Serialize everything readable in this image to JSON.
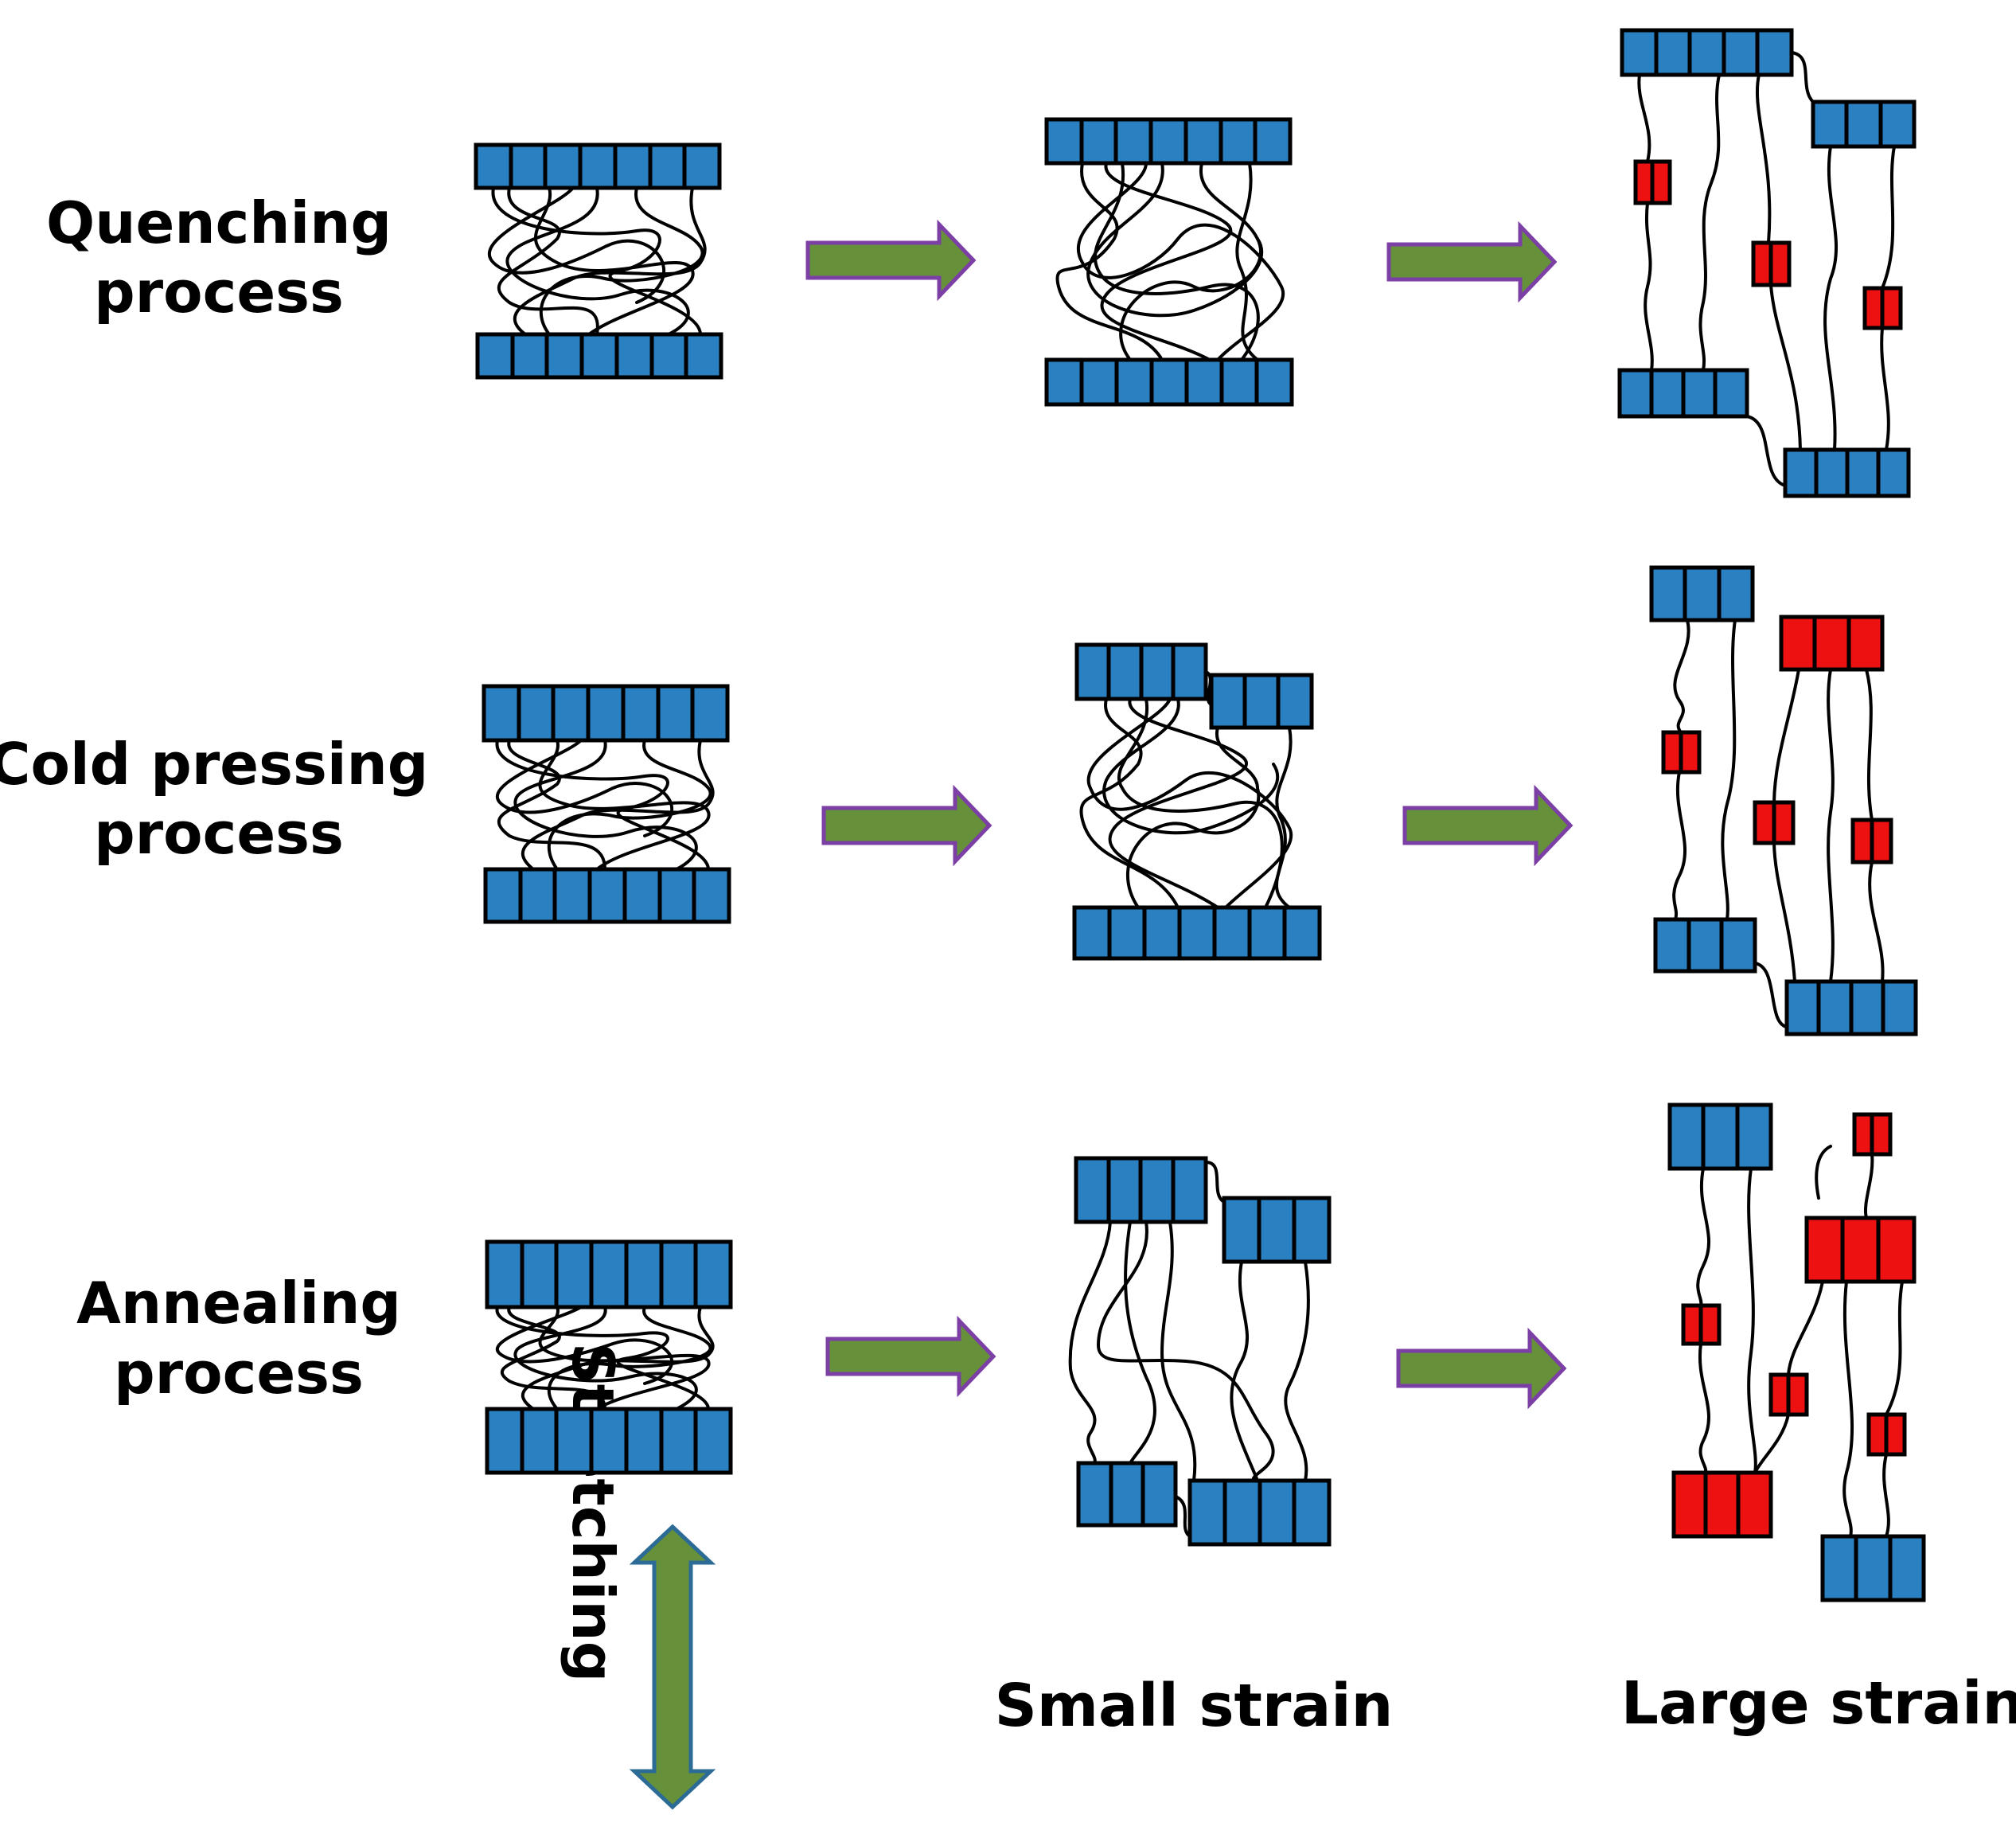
{
  "rows": [
    {
      "title_line1": "Quenching",
      "title_line2": "process"
    },
    {
      "title_line1": "Cold pressing",
      "title_line2": "process"
    },
    {
      "title_line1": "Annealing",
      "title_line2": "process"
    }
  ],
  "columns": {
    "small": "Small strain",
    "large": "Large strain"
  },
  "stretching": "Stretching",
  "colors": {
    "crystal_blue": "#2b80c2",
    "crystal_red": "#ee1111",
    "arrow_fill": "#66913a",
    "arrow_outline": "#7b3fa6"
  }
}
